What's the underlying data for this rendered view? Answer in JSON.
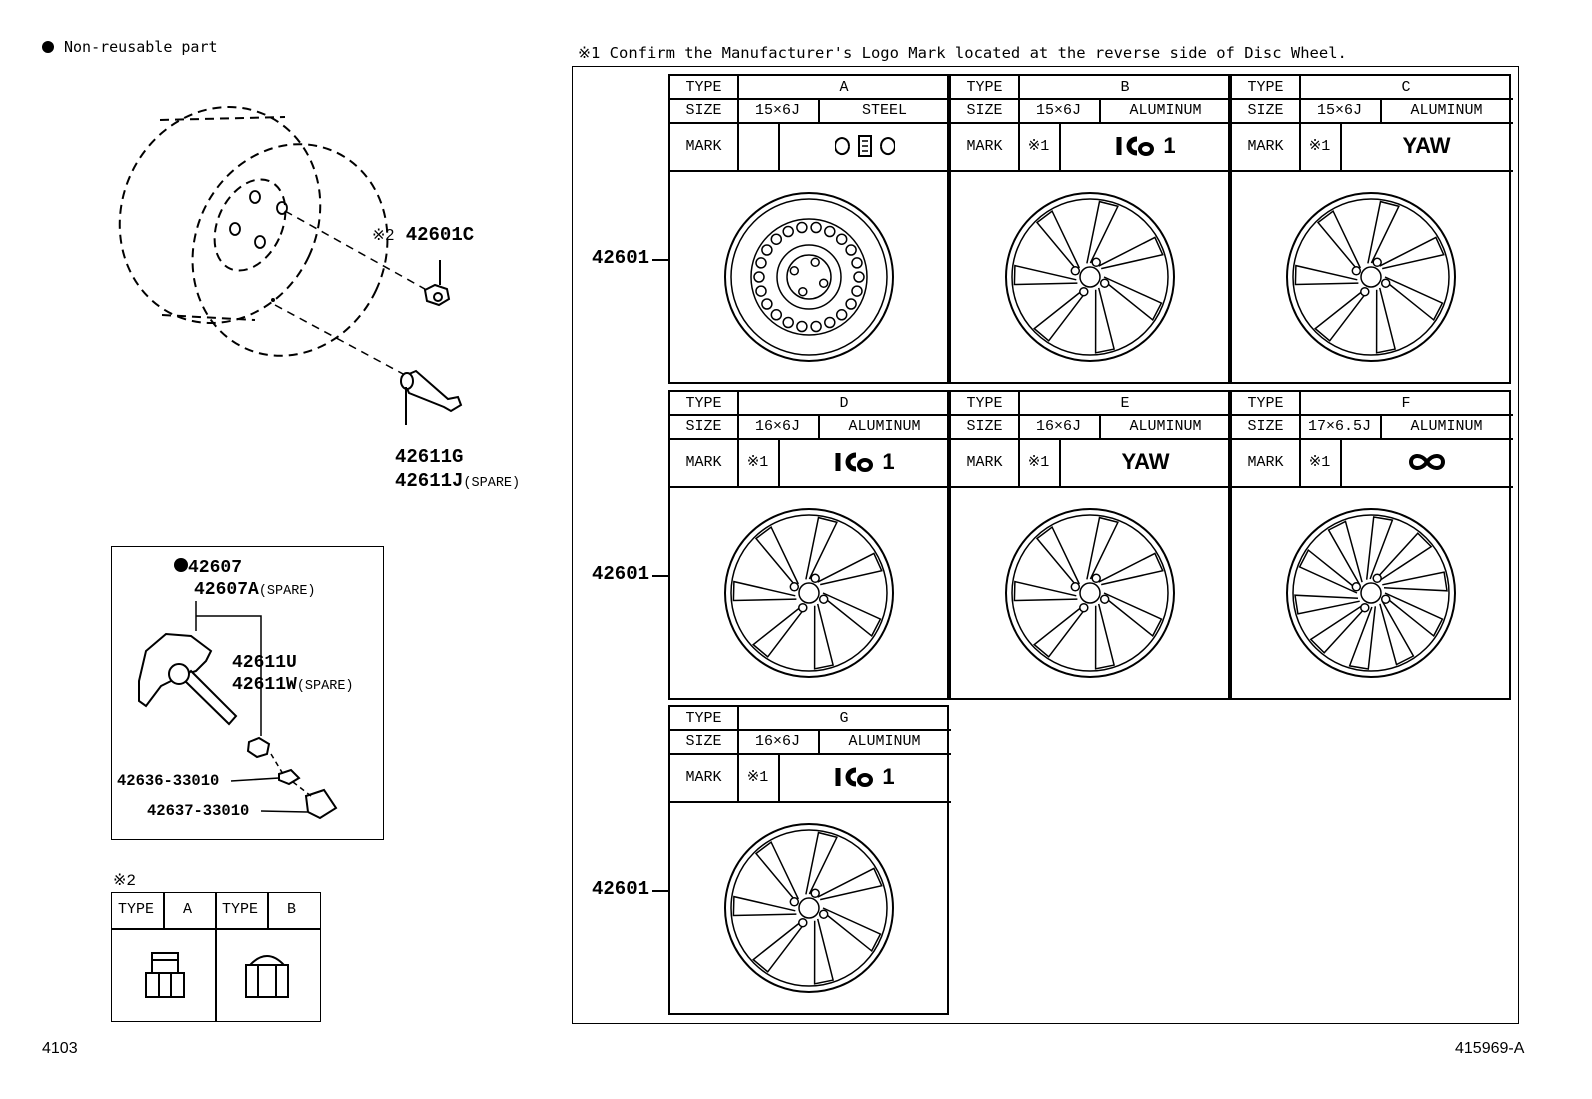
{
  "legend": {
    "text": "Non-reusable part"
  },
  "note1": "※1  Confirm the Manufacturer's Logo Mark located at the reverse side of Disc Wheel.",
  "left_parts": {
    "nut_note": "※2",
    "nut": "42601C",
    "valve_main": "42611G",
    "valve_spare": "42611J",
    "spare_label": "(SPARE)"
  },
  "sensor_box": {
    "sensor": "42607",
    "sensor_spare": "42607A",
    "valve": "42611U",
    "valve_spare": "42611W",
    "spare_label": "(SPARE)",
    "washer": "42636-33010",
    "cap": "42637-33010"
  },
  "nut_table": {
    "note": "※2",
    "type_label": "TYPE",
    "types": [
      "A",
      "B"
    ]
  },
  "wheel_part": "42601",
  "labels": {
    "type": "TYPE",
    "size": "SIZE",
    "mark": "MARK",
    "ref": "※1"
  },
  "wheels": [
    {
      "type": "A",
      "size": "15×6J",
      "material": "STEEL",
      "ref": "",
      "mark": "",
      "mark_icon": "logo-chevron-icon"
    },
    {
      "type": "B",
      "size": "15×6J",
      "material": "ALUMINUM",
      "ref": "※1",
      "mark": "1",
      "mark_icon": "ico-logo-icon"
    },
    {
      "type": "C",
      "size": "15×6J",
      "material": "ALUMINUM",
      "ref": "※1",
      "mark": "YAW",
      "mark_icon": ""
    },
    {
      "type": "D",
      "size": "16×6J",
      "material": "ALUMINUM",
      "ref": "※1",
      "mark": "1",
      "mark_icon": "ico-logo-icon"
    },
    {
      "type": "E",
      "size": "16×6J",
      "material": "ALUMINUM",
      "ref": "※1",
      "mark": "YAW",
      "mark_icon": ""
    },
    {
      "type": "F",
      "size": "17×6.5J",
      "material": "ALUMINUM",
      "ref": "※1",
      "mark": "",
      "mark_icon": "infinity-logo-icon"
    },
    {
      "type": "G",
      "size": "16×6J",
      "material": "ALUMINUM",
      "ref": "※1",
      "mark": "1",
      "mark_icon": "ico-logo-icon"
    }
  ],
  "footer": {
    "left": "4103",
    "right": "415969-A"
  }
}
